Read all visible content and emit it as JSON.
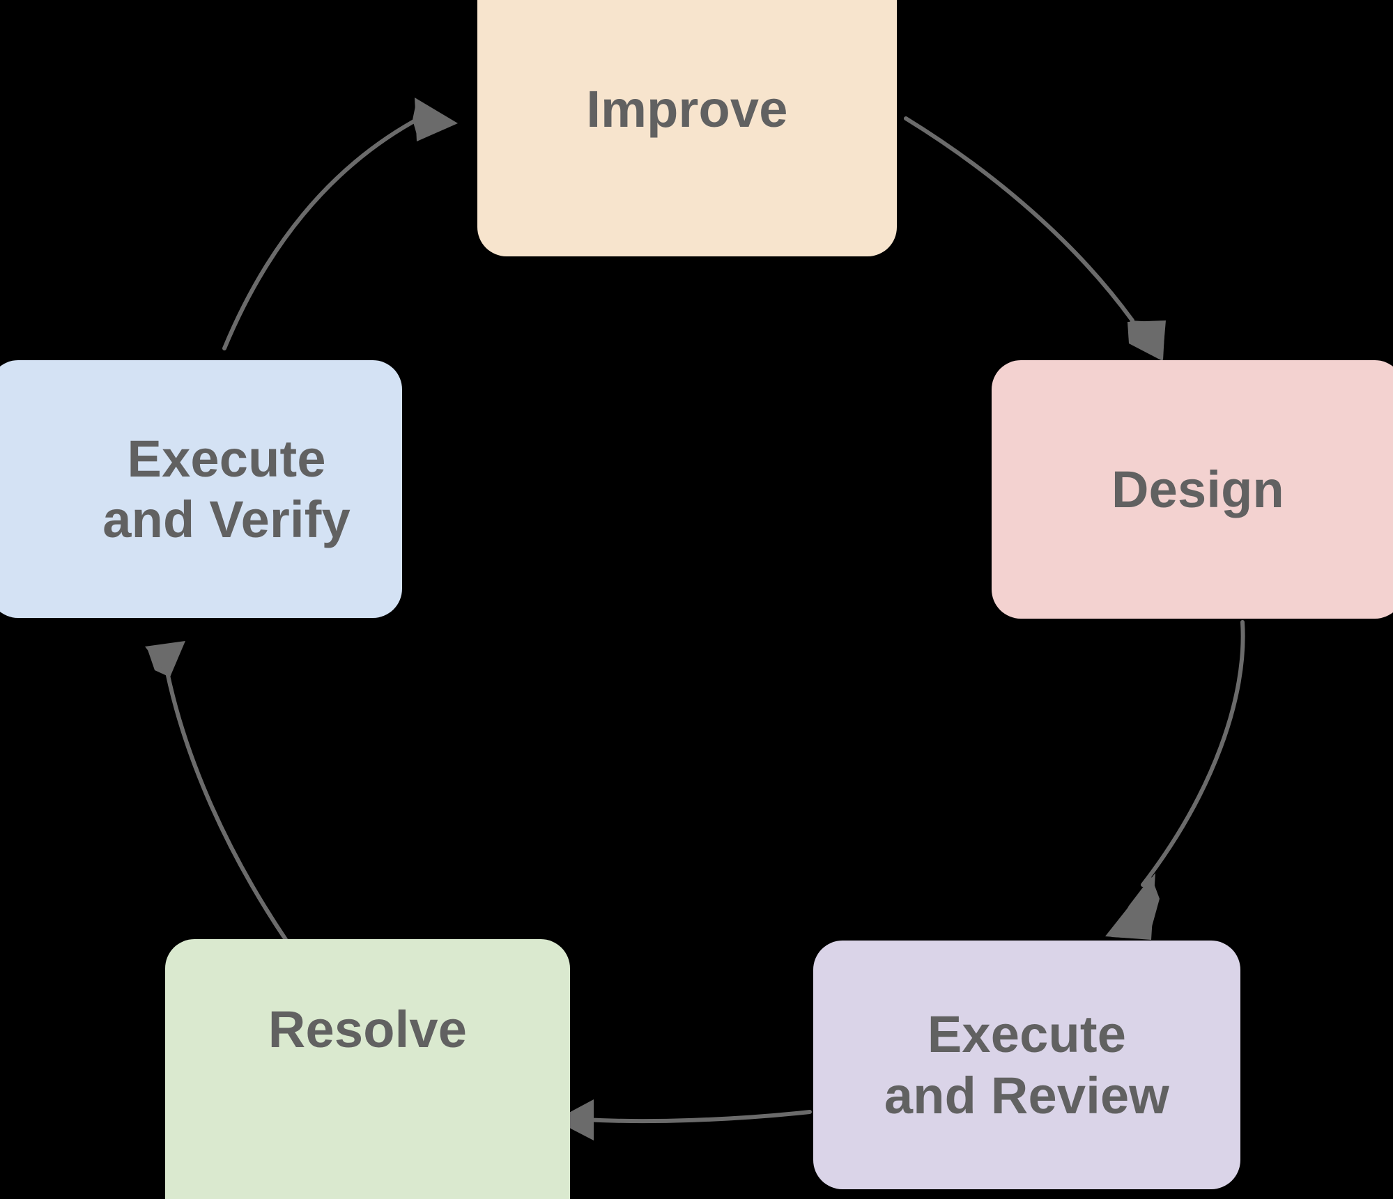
{
  "diagram": {
    "type": "cycle",
    "direction": "clockwise",
    "background_color": "#000000",
    "edge_color": "#6b6b6b",
    "text_color": "#616161",
    "nodes": [
      {
        "id": "improve",
        "label": "Improve",
        "color": "#f7e4cd",
        "position": "top"
      },
      {
        "id": "design",
        "label": "Design",
        "color": "#f3d2d0",
        "position": "right"
      },
      {
        "id": "execute-and-review",
        "label": "Execute\nand Review",
        "color": "#dad4e8",
        "position": "bottom-right"
      },
      {
        "id": "resolve",
        "label": "Resolve",
        "color": "#dae9cf",
        "position": "bottom-left"
      },
      {
        "id": "execute-and-verify",
        "label": "Execute\nand Verify",
        "color": "#d4e2f4",
        "position": "left"
      }
    ],
    "edges": [
      {
        "from": "improve",
        "to": "design"
      },
      {
        "from": "design",
        "to": "execute-and-review"
      },
      {
        "from": "execute-and-review",
        "to": "resolve"
      },
      {
        "from": "resolve",
        "to": "execute-and-verify"
      },
      {
        "from": "execute-and-verify",
        "to": "improve"
      }
    ]
  }
}
